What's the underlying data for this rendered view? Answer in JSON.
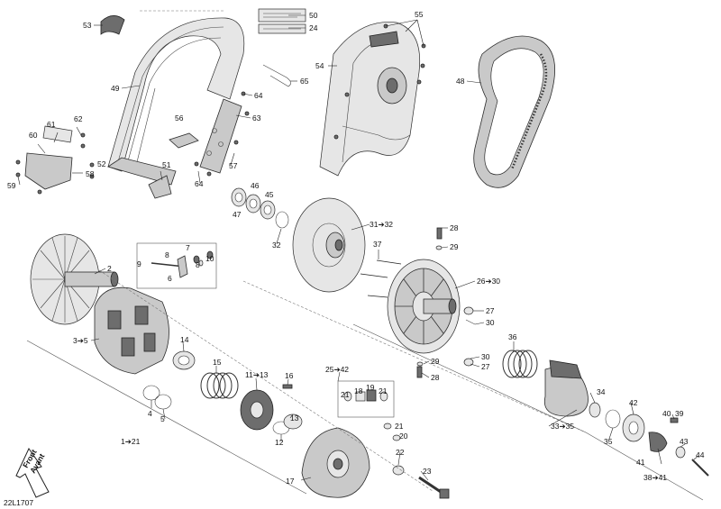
{
  "diagram_code": "22L1707",
  "front_arrow": {
    "line1": "Front",
    "line2": "Avant"
  },
  "callouts": [
    {
      "id": "53",
      "text": "53"
    },
    {
      "id": "50",
      "text": "50"
    },
    {
      "id": "24",
      "text": "24"
    },
    {
      "id": "55",
      "text": "55"
    },
    {
      "id": "54",
      "text": "54"
    },
    {
      "id": "48",
      "text": "48"
    },
    {
      "id": "49",
      "text": "49"
    },
    {
      "id": "65",
      "text": "65"
    },
    {
      "id": "64a",
      "text": "64"
    },
    {
      "id": "63",
      "text": "63"
    },
    {
      "id": "56",
      "text": "56"
    },
    {
      "id": "61",
      "text": "61"
    },
    {
      "id": "62",
      "text": "62"
    },
    {
      "id": "60",
      "text": "60"
    },
    {
      "id": "52",
      "text": "52"
    },
    {
      "id": "58",
      "text": "58"
    },
    {
      "id": "59",
      "text": "59"
    },
    {
      "id": "51",
      "text": "51"
    },
    {
      "id": "57",
      "text": "57"
    },
    {
      "id": "64b",
      "text": "64"
    },
    {
      "id": "46",
      "text": "46"
    },
    {
      "id": "45",
      "text": "45"
    },
    {
      "id": "47",
      "text": "47"
    },
    {
      "id": "32",
      "text": "32"
    },
    {
      "id": "31_32",
      "text": "31➔32"
    },
    {
      "id": "28a",
      "text": "28"
    },
    {
      "id": "29a",
      "text": "29"
    },
    {
      "id": "37",
      "text": "37"
    },
    {
      "id": "26_30",
      "text": "26➔30"
    },
    {
      "id": "27a",
      "text": "27"
    },
    {
      "id": "30a",
      "text": "30"
    },
    {
      "id": "2",
      "text": "2"
    },
    {
      "id": "7",
      "text": "7"
    },
    {
      "id": "8a",
      "text": "8"
    },
    {
      "id": "9",
      "text": "9"
    },
    {
      "id": "8b",
      "text": "8"
    },
    {
      "id": "10",
      "text": "10"
    },
    {
      "id": "6",
      "text": "6"
    },
    {
      "id": "3_5",
      "text": "3➔5"
    },
    {
      "id": "14",
      "text": "14"
    },
    {
      "id": "36",
      "text": "36"
    },
    {
      "id": "30b",
      "text": "30"
    },
    {
      "id": "27b",
      "text": "27"
    },
    {
      "id": "29b",
      "text": "29"
    },
    {
      "id": "28b",
      "text": "28"
    },
    {
      "id": "15",
      "text": "15"
    },
    {
      "id": "11_13",
      "text": "11➔13"
    },
    {
      "id": "16",
      "text": "16"
    },
    {
      "id": "25_42",
      "text": "25➔42"
    },
    {
      "id": "21a",
      "text": "21"
    },
    {
      "id": "18",
      "text": "18"
    },
    {
      "id": "19",
      "text": "19"
    },
    {
      "id": "21b",
      "text": "21"
    },
    {
      "id": "34",
      "text": "34"
    },
    {
      "id": "42",
      "text": "42"
    },
    {
      "id": "4",
      "text": "4"
    },
    {
      "id": "5",
      "text": "5"
    },
    {
      "id": "13",
      "text": "13"
    },
    {
      "id": "12",
      "text": "12"
    },
    {
      "id": "33_35",
      "text": "33➔35"
    },
    {
      "id": "21c",
      "text": "21"
    },
    {
      "id": "20",
      "text": "20"
    },
    {
      "id": "40",
      "text": "40"
    },
    {
      "id": "39",
      "text": "39"
    },
    {
      "id": "35",
      "text": "35"
    },
    {
      "id": "43",
      "text": "43"
    },
    {
      "id": "1_21",
      "text": "1➔21"
    },
    {
      "id": "22",
      "text": "22"
    },
    {
      "id": "41",
      "text": "41"
    },
    {
      "id": "44",
      "text": "44"
    },
    {
      "id": "23",
      "text": "23"
    },
    {
      "id": "38_41",
      "text": "38➔41"
    },
    {
      "id": "17",
      "text": "17"
    }
  ]
}
